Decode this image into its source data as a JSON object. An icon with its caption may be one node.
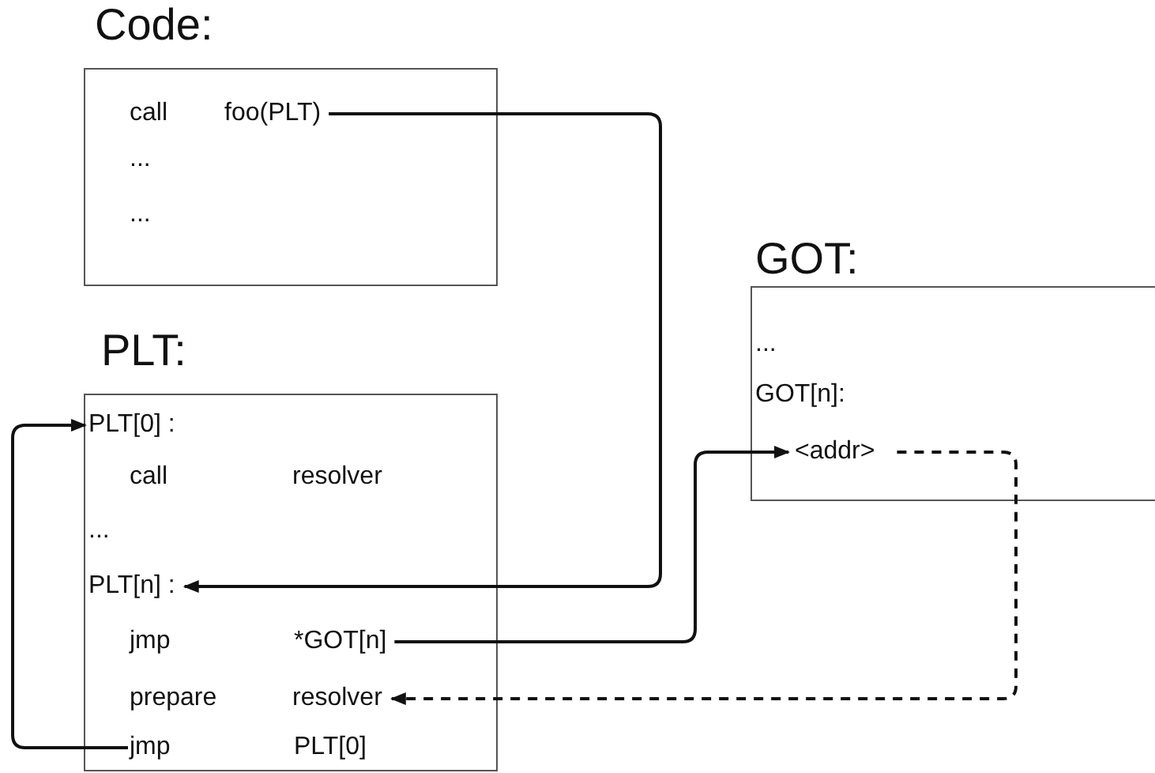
{
  "diagram": {
    "nodes": [
      {
        "text": [
          "Code:"
        ]
      },
      {
        "text": [
          "call",
          "foo(PLT)"
        ],
        "in": 0
      },
      {
        "text": [
          "PLT:"
        ]
      },
      {
        "text": [
          "PLT[0] :"
        ],
        "in": 2
      },
      {
        "text": [
          "PLT[n] :"
        ],
        "in": 2
      },
      {
        "text": [
          "jmp",
          "*GOT[n]"
        ],
        "in": 2
      },
      {
        "text": [
          "prepare",
          "resolver"
        ],
        "in": 2
      },
      {
        "text": [
          "jmp",
          "PLT[0]"
        ],
        "in": 2
      },
      {
        "text": [
          "GOT:"
        ]
      },
      {
        "text": [
          "<addr>"
        ],
        "in": 8
      }
    ],
    "edges": [
      {
        "from": 1,
        "to": 4,
        "arrow": "to"
      },
      {
        "from": 5,
        "to": 9,
        "arrow": "to"
      },
      {
        "from": 9,
        "to": 6,
        "arrow": "to",
        "style": "dashed"
      },
      {
        "from": 7,
        "to": 3,
        "arrow": "to"
      }
    ],
    "labels": [
      "...",
      "...",
      "...",
      "GOT[n]:",
      "call",
      "resolver",
      "..."
    ]
  }
}
